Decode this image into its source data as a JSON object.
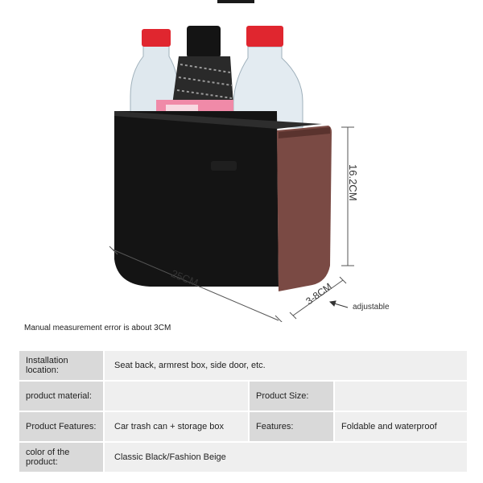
{
  "dimensions": {
    "width_label": "25CM",
    "height_label": "16.2CM",
    "depth_label": "3-8CM",
    "adjustable_label": "adjustable"
  },
  "note": "Manual measurement error is about 3CM",
  "specs": {
    "installation_location": {
      "label": "Installation location:",
      "value": "Seat back, armrest box, side door, etc."
    },
    "product_material": {
      "label": "product material:",
      "value": ""
    },
    "product_size": {
      "label": "Product Size:",
      "value": ""
    },
    "product_features": {
      "label": "Product Features:",
      "value": "Car trash can + storage box"
    },
    "features": {
      "label": "Features:",
      "value": "Foldable and waterproof"
    },
    "color": {
      "label": "color of the product:",
      "value": "Classic Black/Fashion Beige"
    }
  },
  "colors": {
    "box_black": "#141414",
    "brown_side": "#7a4a44",
    "cap_red": "#e0262f",
    "pink_box": "#f08aa8"
  }
}
